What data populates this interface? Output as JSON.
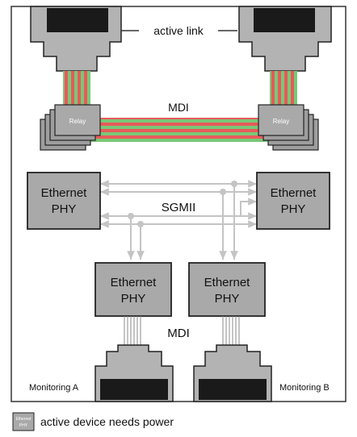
{
  "labels": {
    "active_link": "active link",
    "mdi_top": "MDI",
    "relay": "Relay",
    "sgmii": "SGMII",
    "mdi_bottom": "MDI",
    "monitoring_a": "Monitoring A",
    "monitoring_b": "Monitoring B"
  },
  "phy": {
    "left": [
      "Ethernet",
      "PHY"
    ],
    "right": [
      "Ethernet",
      "PHY"
    ],
    "bottom_left": [
      "Ethernet",
      "PHY"
    ],
    "bottom_right": [
      "Ethernet",
      "PHY"
    ]
  },
  "legend": {
    "icon_text": [
      "Ethernet",
      "PHY"
    ],
    "text": "active device needs power"
  },
  "colors": {
    "box_fill": "#a9a9a9",
    "relay_fill": "#9e9e9e",
    "wire_red": "#e85a5a",
    "wire_green": "#79c878",
    "signal_line": "#c4c4c4"
  }
}
